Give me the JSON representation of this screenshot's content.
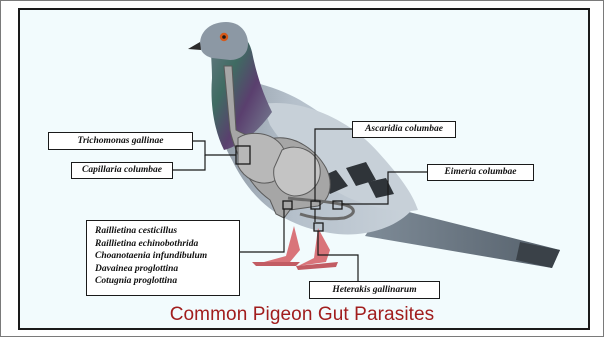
{
  "title": "Common Pigeon Gut Parasites",
  "labels": {
    "trichomonas": "Trichomonas gallinae",
    "capillaria": "Capillaria columbae",
    "ascaridia": "Ascaridia columbae",
    "eimeria": "Eimeria columbae",
    "heterakis": "Heterakis gallinarum",
    "tapeworms": [
      "Raillietina cesticillus",
      "Raillietina echinobothrida",
      "Choanotaenia infundibulum",
      "Davainea proglottina",
      "Cotugnia proglottina"
    ]
  },
  "colors": {
    "title": "#a11d1d",
    "background": "#f2fbfd",
    "gut": "#a6a6a6",
    "feet": "#d9747a"
  }
}
